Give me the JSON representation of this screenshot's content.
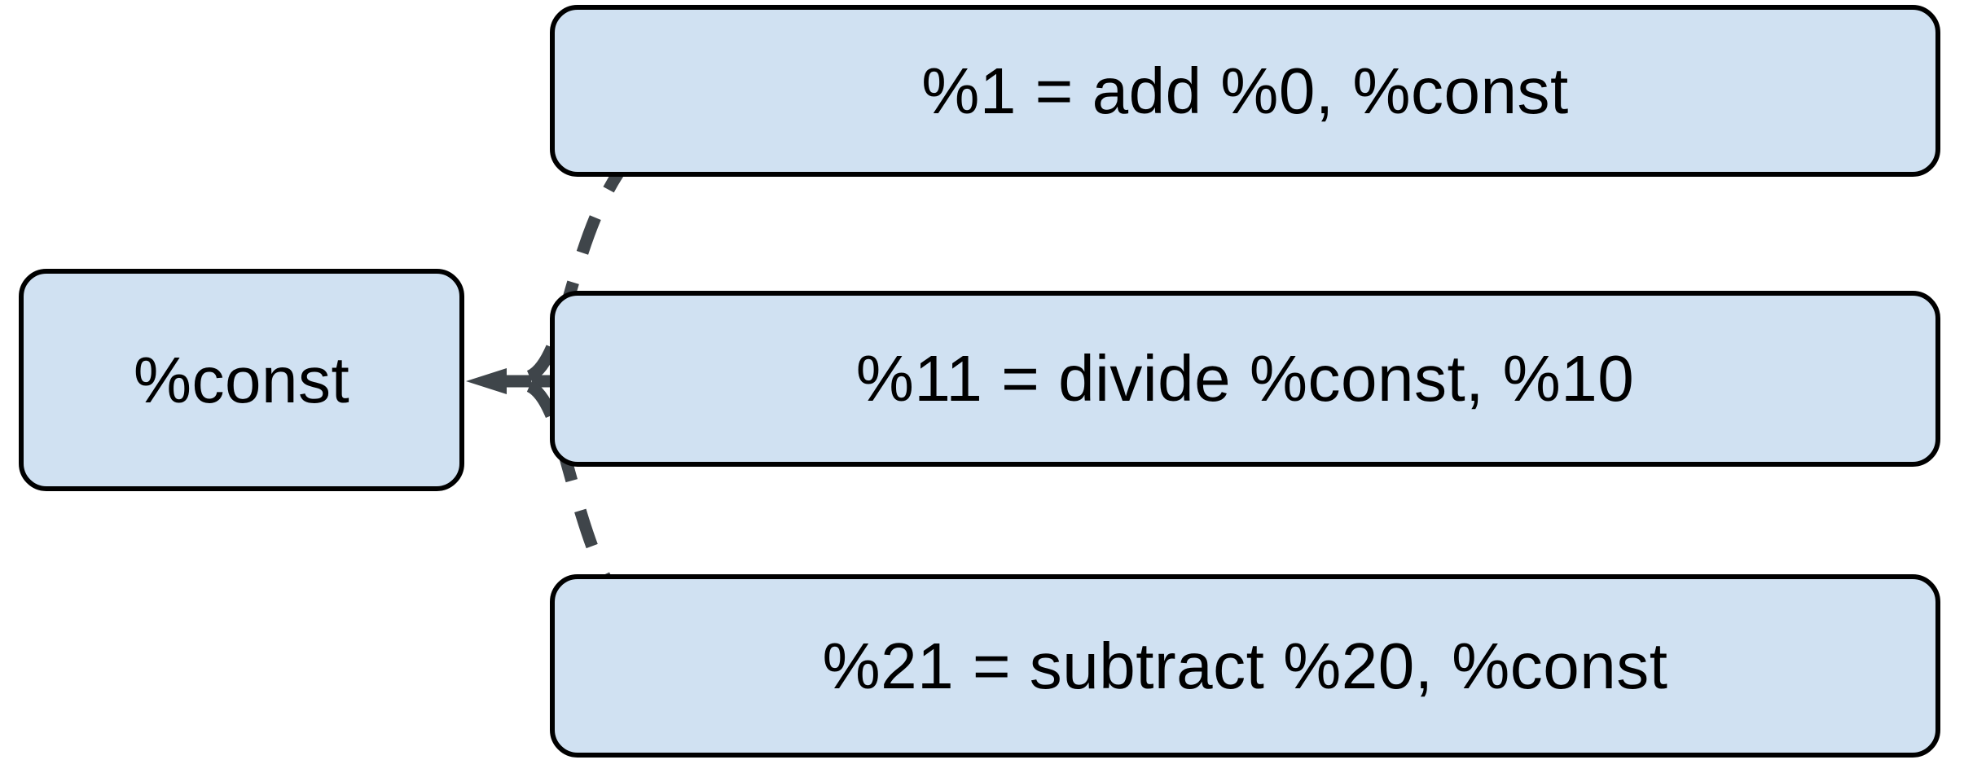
{
  "diagram": {
    "type": "directed-graph",
    "title": "",
    "background_color": "#ffffff",
    "node_fill_color": "#d0e1f2",
    "node_border_color": "#000000",
    "edge_color": "#3f454a",
    "edge_style": "dashed-curved-arrow",
    "nodes": [
      {
        "id": "const",
        "label": "%const",
        "role": "source"
      },
      {
        "id": "add",
        "label": "%1 = add %0, %const",
        "role": "target"
      },
      {
        "id": "divide",
        "label": "%11 = divide %const, %10",
        "role": "target"
      },
      {
        "id": "subtract",
        "label": "%21 = subtract %20, %const",
        "role": "target"
      }
    ],
    "edges": [
      {
        "from": "const",
        "to": "add",
        "arrowhead": "target"
      },
      {
        "from": "const",
        "to": "divide",
        "arrowhead": "target"
      },
      {
        "from": "const",
        "to": "subtract",
        "arrowhead": "target"
      },
      {
        "from": "junction",
        "to": "const",
        "arrowhead": "source-stub"
      }
    ]
  }
}
